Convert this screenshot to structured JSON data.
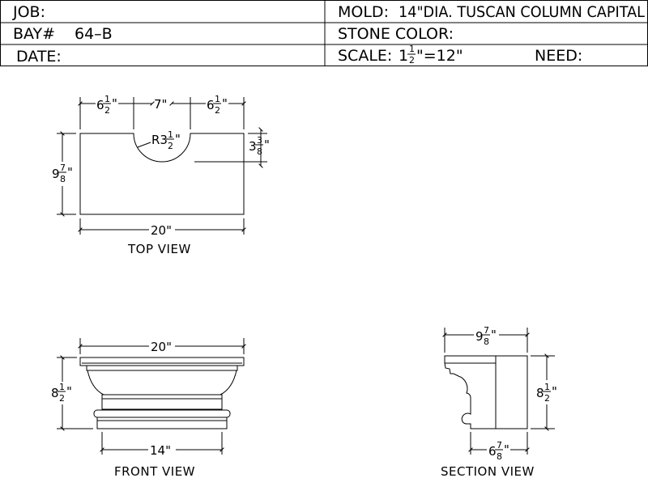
{
  "title_block": {
    "job_label": "JOB:",
    "bay_label": "BAY#",
    "bay_value": "64–B",
    "date_label": "DATE:",
    "mold_label": "MOLD:",
    "mold_value": "14\"DIA. TUSCAN COLUMN CAPITAL",
    "stone_color_label": "STONE COLOR:",
    "scale_label": "SCALE:",
    "scale_whole": "1",
    "scale_num": "1",
    "scale_den": "2",
    "scale_rest": "\"=12\"",
    "need_label": "NEED:"
  },
  "top_view": {
    "label": "TOP VIEW",
    "dim_left_whole": "6",
    "dim_left_num": "1",
    "dim_left_den": "2",
    "dim_left_unit": "\"",
    "dim_mid": "7\"",
    "dim_right_whole": "6",
    "dim_right_num": "1",
    "dim_right_den": "2",
    "dim_right_unit": "\"",
    "dim_radius_whole": "R3",
    "dim_radius_num": "1",
    "dim_radius_den": "2",
    "dim_radius_unit": "\"",
    "dim_depth_whole": "3",
    "dim_depth_num": "3",
    "dim_depth_den": "8",
    "dim_depth_unit": "\"",
    "dim_height_whole": "9",
    "dim_height_num": "7",
    "dim_height_den": "8",
    "dim_height_unit": "\"",
    "dim_width": "20\""
  },
  "front_view": {
    "label": "FRONT VIEW",
    "dim_top": "20\"",
    "dim_bottom": "14\"",
    "dim_height_whole": "8",
    "dim_height_num": "1",
    "dim_height_den": "2",
    "dim_height_unit": "\""
  },
  "section_view": {
    "label": "SECTION VIEW",
    "dim_top_whole": "9",
    "dim_top_num": "7",
    "dim_top_den": "8",
    "dim_top_unit": "\"",
    "dim_bottom_whole": "6",
    "dim_bottom_num": "7",
    "dim_bottom_den": "8",
    "dim_bottom_unit": "\"",
    "dim_height_whole": "8",
    "dim_height_num": "1",
    "dim_height_den": "2",
    "dim_height_unit": "\""
  }
}
